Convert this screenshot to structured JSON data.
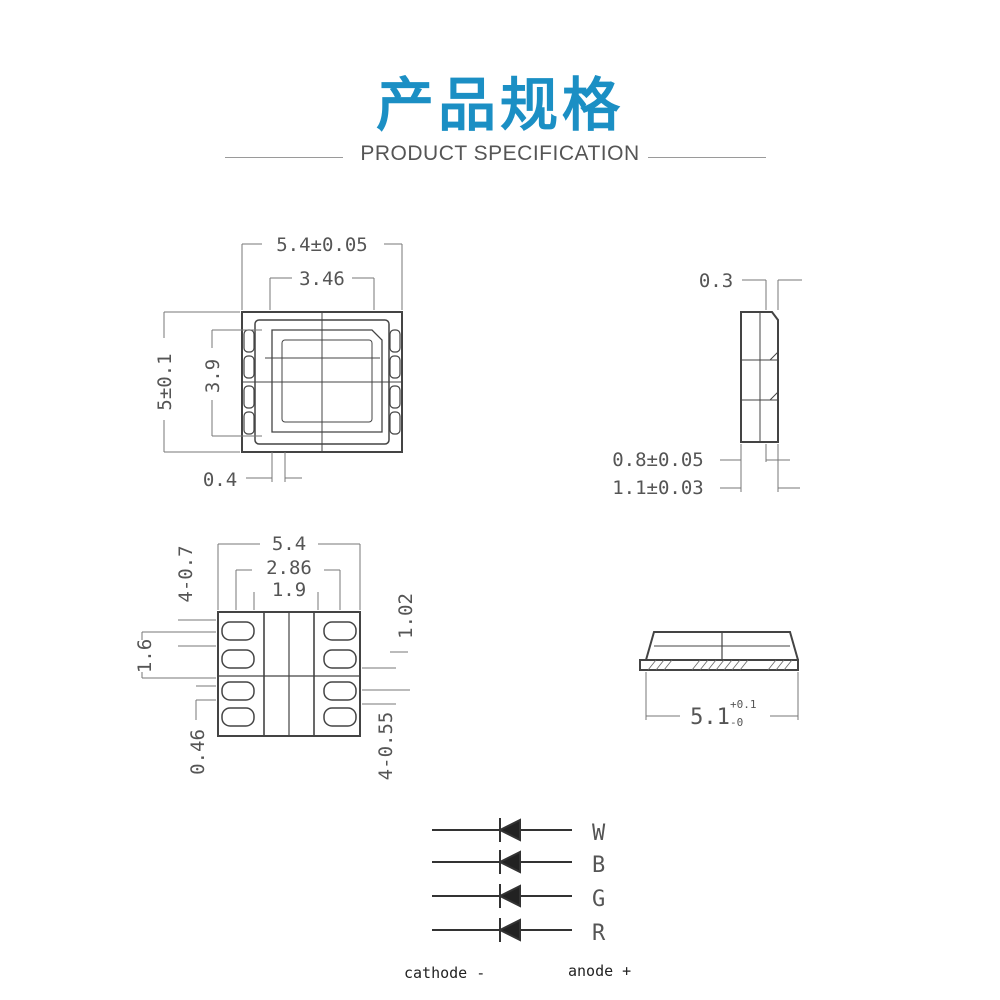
{
  "header": {
    "title": "产品规格",
    "subtitle": "PRODUCT SPECIFICATION"
  },
  "top_view": {
    "width_dim": "5.4±0.05",
    "inner_width_dim": "3.46",
    "height_dim": "5±0.1",
    "inner_height_dim": "3.9",
    "pad_dim": "0.4"
  },
  "side_view": {
    "top_dim": "0.3",
    "dim_a": "0.8±0.05",
    "dim_b": "1.1±0.03"
  },
  "footprint": {
    "width_dim": "5.4",
    "dim_286": "2.86",
    "dim_19": "1.9",
    "pad_count_07": "4-0.7",
    "dim_102": "1.02",
    "dim_16": "1.6",
    "dim_046": "0.46",
    "pad_count_055": "4-0.55"
  },
  "front_view": {
    "dim_main": "5.1",
    "tol_plus": "+0.1",
    "tol_minus": "-0"
  },
  "schematic": {
    "channels": [
      "W",
      "B",
      "G",
      "R"
    ],
    "cathode_label": "cathode -",
    "anode_label": "anode +"
  },
  "colors": {
    "title": "#1b8fc4",
    "line": "#333333"
  }
}
